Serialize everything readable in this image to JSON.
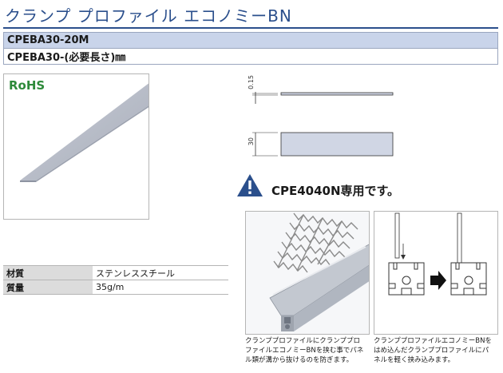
{
  "header": {
    "title": "クランプ プロファイル エコノミーBN"
  },
  "codes": {
    "row1": "CPEBA30-20M",
    "row2": "CPEBA30-(必要長さ)㎜"
  },
  "badge": {
    "rohs": "RoHS"
  },
  "drawing": {
    "thickness_label": "0.15",
    "width_label": "30"
  },
  "notice": {
    "text": "CPE4040N専用です。",
    "warning_color": "#2b4f8c"
  },
  "specs": [
    {
      "label": "材質",
      "value": "ステンレススチール"
    },
    {
      "label": "質量",
      "value": "35g/m"
    }
  ],
  "captions": {
    "left_line1": "クランププロファイルにクランププロ",
    "left_line2": "ファイルエコノミーBNを挟む事でパネ",
    "left_line3": "ル類が溝から抜けるのを防ぎます。",
    "right_line1": "クランププロファイルエコノミーBNを",
    "right_line2": "はめ込んだクランププロファイルにパ",
    "right_line3": "ネルを軽く挟み込みます。"
  },
  "colors": {
    "accent": "#2b4f8c",
    "header_row": "#c9d4ea",
    "rohs_green": "#2e8a3a"
  }
}
